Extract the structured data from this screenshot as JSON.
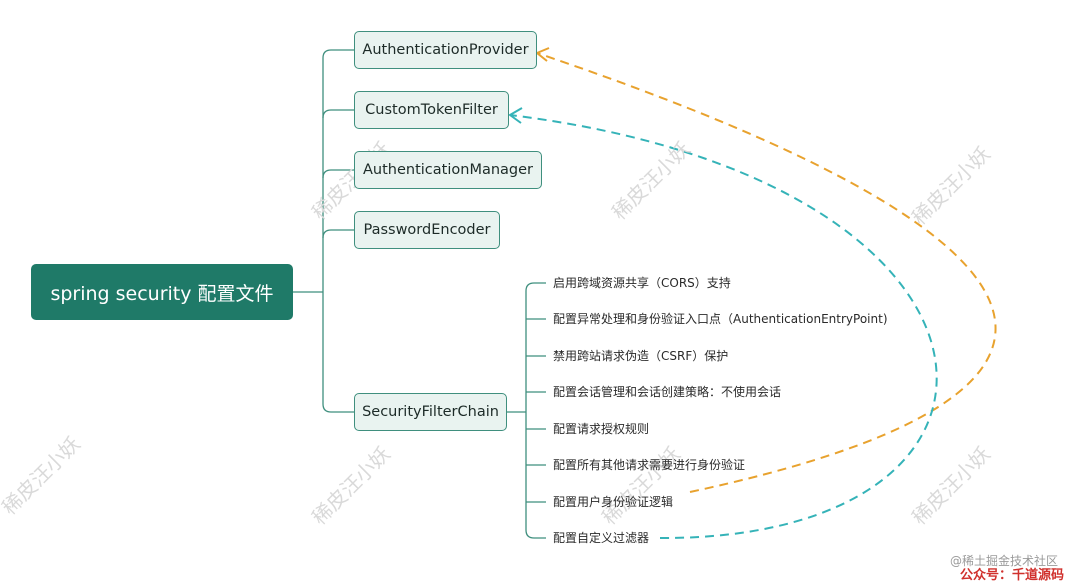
{
  "root": {
    "label": "spring security 配置文件"
  },
  "branches": [
    {
      "id": "provider",
      "label": "AuthenticationProvider"
    },
    {
      "id": "filter",
      "label": "CustomTokenFilter"
    },
    {
      "id": "manager",
      "label": "AuthenticationManager"
    },
    {
      "id": "encoder",
      "label": "PasswordEncoder"
    },
    {
      "id": "chain",
      "label": "SecurityFilterChain"
    }
  ],
  "chain_items": [
    "启用跨域资源共享（CORS）支持",
    "配置异常处理和身份验证入口点（AuthenticationEntryPoint)",
    "禁用跨站请求伪造（CSRF）保护",
    "配置会话管理和会话创建策略：不使用会话",
    "配置请求授权规则",
    "配置所有其他请求需要进行身份验证",
    "配置用户身份验证逻辑",
    "配置自定义过滤器"
  ],
  "colors": {
    "root": "#1f7a68",
    "node_fill": "#e9f3f0",
    "node_border": "#3f8f7e",
    "orange": "#e8a22e",
    "teal": "#35b3b8"
  },
  "watermark": "稀皮汪小妖",
  "footer": {
    "community": "@稀土掘金技术社区",
    "account": "公众号：千道源码"
  }
}
